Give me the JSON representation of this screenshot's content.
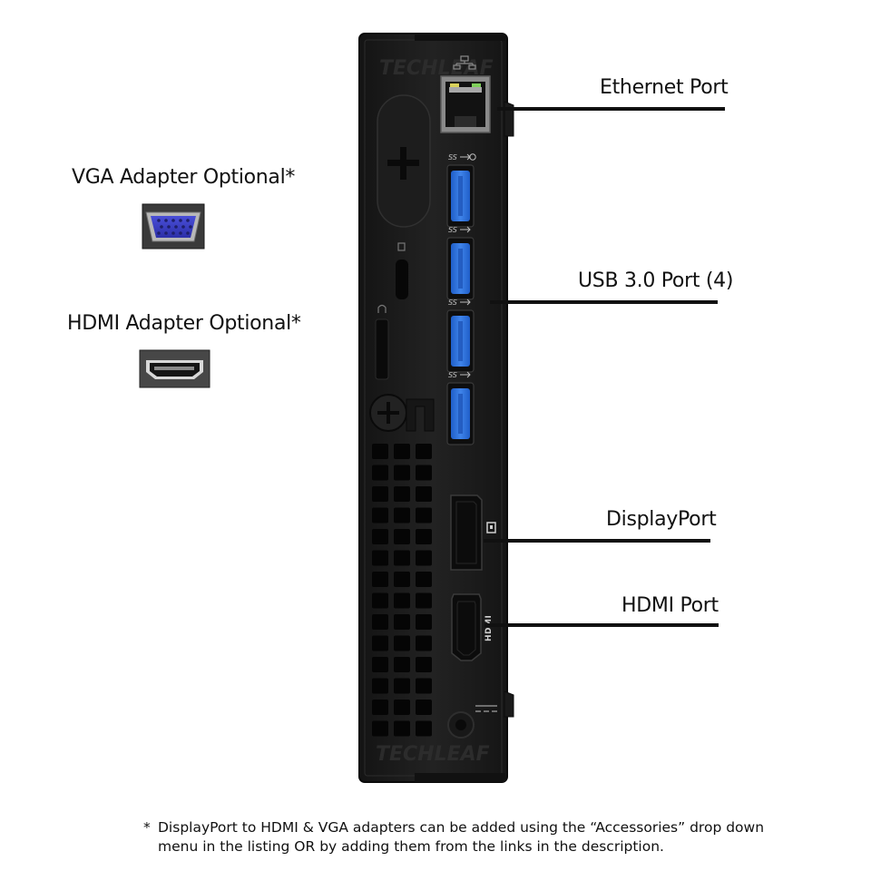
{
  "brand": {
    "watermark": "TECHLEAF"
  },
  "callouts": {
    "ethernet": "Ethernet Port",
    "usb": "USB 3.0 Port (4)",
    "displayport": "DisplayPort",
    "hdmi": "HDMI Port"
  },
  "adapters": {
    "vga": "VGA Adapter Optional*",
    "hdmi": "HDMI Adapter Optional*"
  },
  "port_markings": {
    "usb_ss": "SS",
    "hdmi": "HDMI"
  },
  "footnote": {
    "marker": "*",
    "text": "DisplayPort to HDMI & VGA adapters can be added using the “Accessories” drop down menu in the listing OR by adding them from the links in the description."
  },
  "colors": {
    "chassis": "#1b1b1b",
    "usb_blue": "#2f6fd6",
    "vga_blue": "#3b3fc4"
  }
}
